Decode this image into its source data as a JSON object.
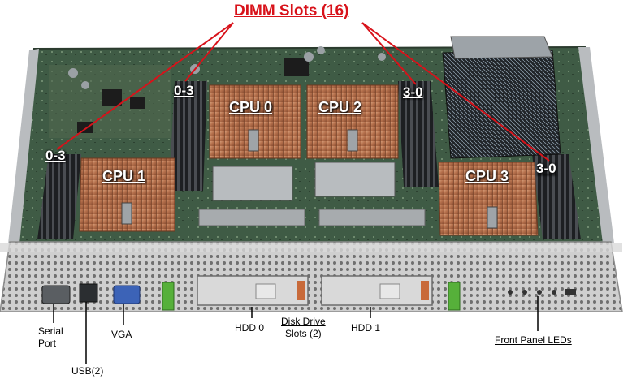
{
  "title": "DIMM Slots (16)",
  "cpus": [
    {
      "id": "cpu0",
      "label": "CPU 0"
    },
    {
      "id": "cpu1",
      "label": "CPU 1"
    },
    {
      "id": "cpu2",
      "label": "CPU 2"
    },
    {
      "id": "cpu3",
      "label": "CPU 3"
    }
  ],
  "dimm_groups": [
    {
      "id": "top-left",
      "label": "0-3"
    },
    {
      "id": "left",
      "label": "0-3"
    },
    {
      "id": "top-right",
      "label": "3-0"
    },
    {
      "id": "right",
      "label": "3-0"
    }
  ],
  "callouts": {
    "serial_port": "Serial\nPort",
    "usb": "USB(2)",
    "vga": "VGA",
    "hdd0": "HDD 0",
    "disk_drive_slots": "Disk Drive\nSlots (2)",
    "hdd1": "HDD 1",
    "front_panel_leds": "Front Panel LEDs"
  },
  "colors": {
    "title": "#d8121a",
    "pointer_line": "#d8121a",
    "board": "#3f5b45",
    "heatsink": "#b87350",
    "bezel": "#c9c9c9"
  }
}
